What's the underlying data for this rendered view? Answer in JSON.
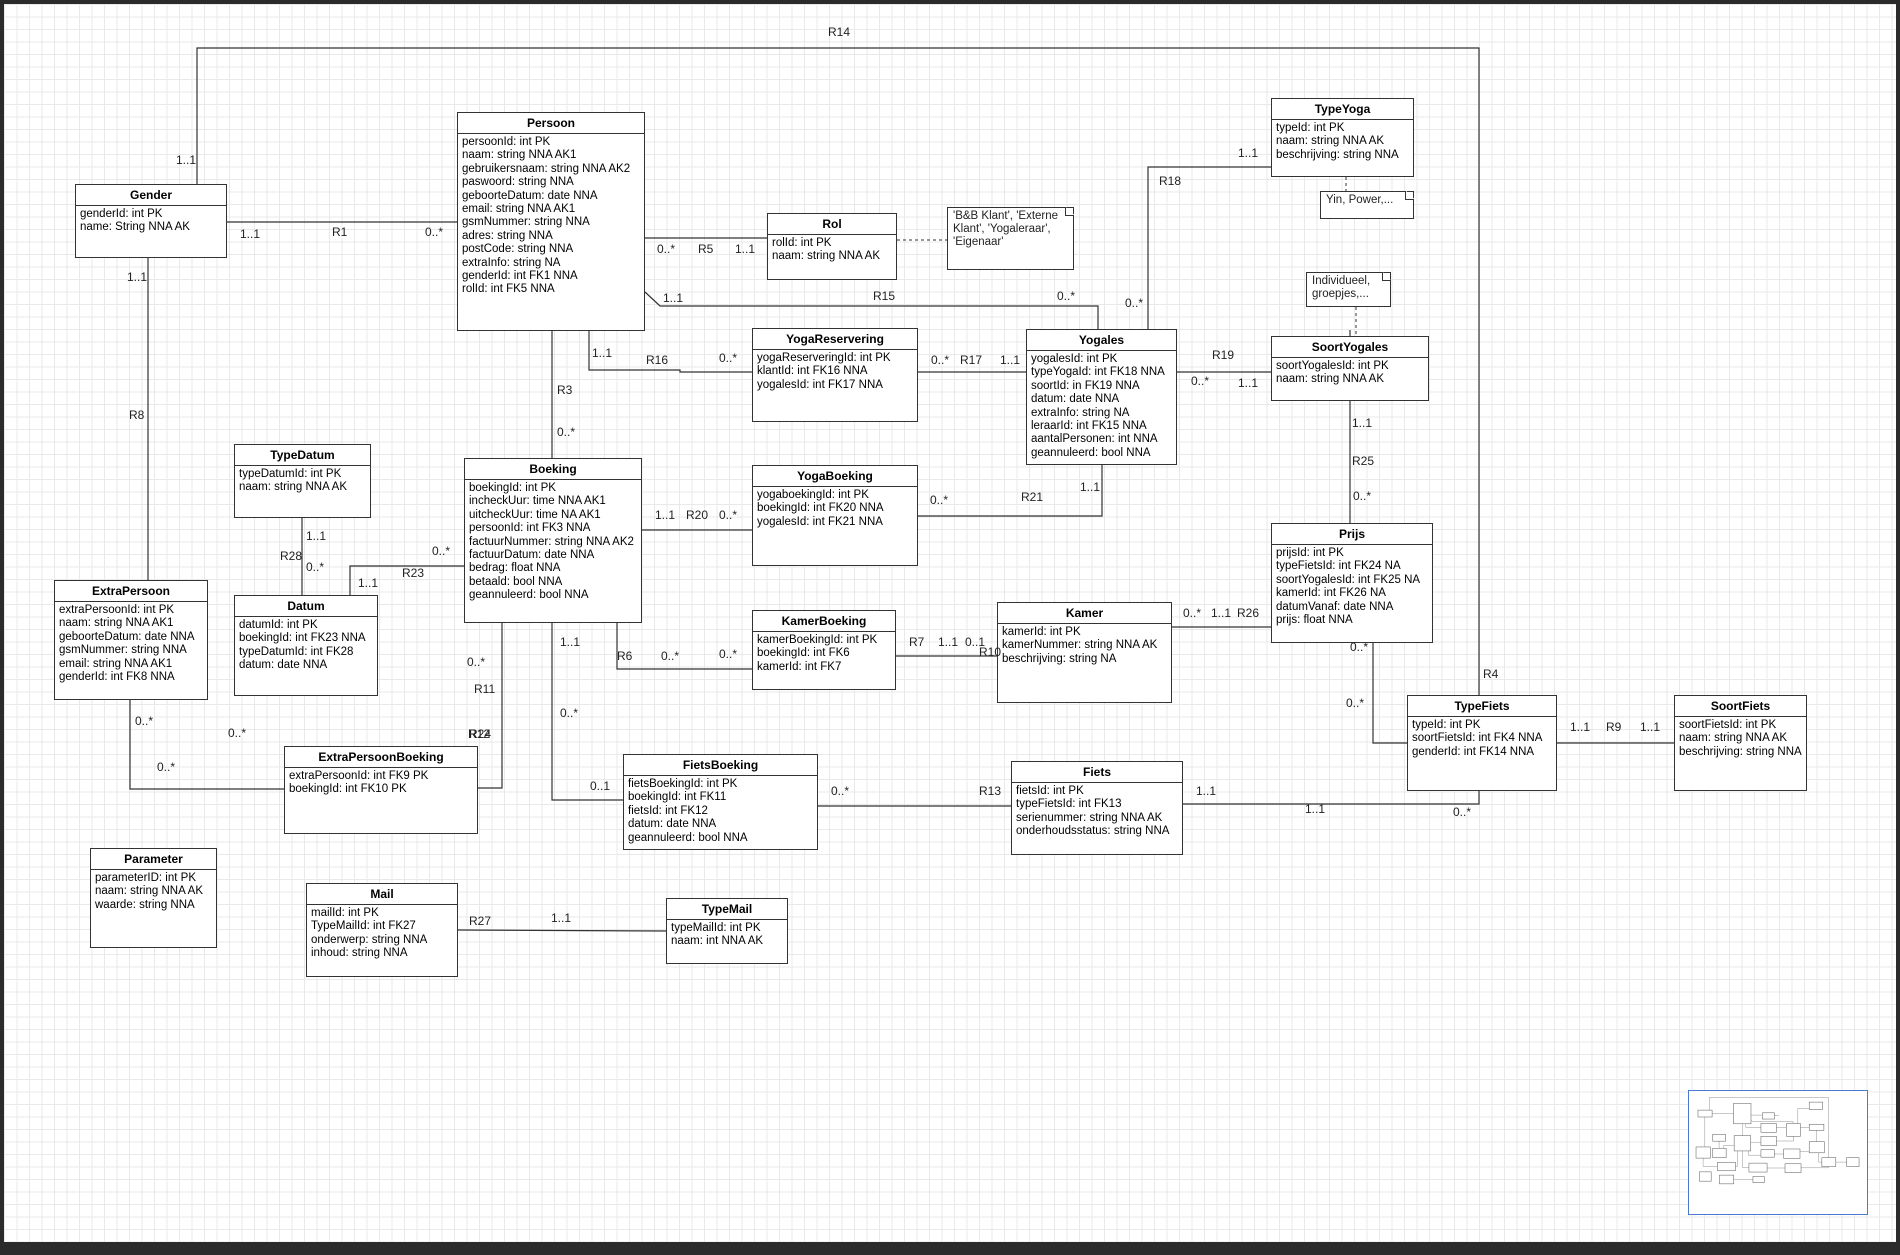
{
  "entities": [
    {
      "id": "gender",
      "name": "Gender",
      "attrs": [
        "genderId: int PK",
        "name: String NNA AK"
      ]
    },
    {
      "id": "persoon",
      "name": "Persoon",
      "attrs": [
        "persoonId: int PK",
        "naam: string NNA AK1",
        "gebruikersnaam: string NNA AK2",
        "paswoord: string NNA",
        "geboorteDatum: date NNA",
        "email: string NNA AK1",
        "gsmNummer: string NNA",
        "adres: string NNA",
        "postCode: string NNA",
        "extraInfo: string NA",
        "genderId: int FK1 NNA",
        "rolId: int FK5 NNA"
      ]
    },
    {
      "id": "rol",
      "name": "Rol",
      "attrs": [
        "rolId: int PK",
        "naam: string NNA AK"
      ]
    },
    {
      "id": "typeyoga",
      "name": "TypeYoga",
      "attrs": [
        "typeId: int PK",
        "naam: string NNA AK",
        "beschrijving: string NNA"
      ]
    },
    {
      "id": "yogareservering",
      "name": "YogaReservering",
      "attrs": [
        "yogaReserveringId: int PK",
        "klantId: int FK16 NNA",
        "yogalesId: int FK17 NNA"
      ]
    },
    {
      "id": "yogales",
      "name": "Yogales",
      "attrs": [
        "yogalesId: int PK",
        "typeYogaId: int FK18 NNA",
        "soortId: in FK19 NNA",
        "datum: date NNA",
        "extraInfo: string NA",
        "leraarId: int FK15 NNA",
        "aantalPersonen: int NNA",
        "geannuleerd: bool NNA"
      ]
    },
    {
      "id": "soortyogales",
      "name": "SoortYogales",
      "attrs": [
        "soortYogalesId: int PK",
        "naam: string NNA AK"
      ]
    },
    {
      "id": "typedatum",
      "name": "TypeDatum",
      "attrs": [
        "typeDatumId: int PK",
        "naam: string NNA AK"
      ]
    },
    {
      "id": "boeking",
      "name": "Boeking",
      "attrs": [
        "boekingId: int PK",
        "incheckUur: time NNA AK1",
        "uitcheckUur: time NA AK1",
        "persoonId: int FK3 NNA",
        "factuurNummer: string NNA AK2",
        "factuurDatum: date NNA",
        "bedrag: float NNA",
        "betaald: bool NNA",
        "geannuleerd: bool NNA"
      ]
    },
    {
      "id": "yogaboeking",
      "name": "YogaBoeking",
      "attrs": [
        "yogaboekingId: int PK",
        "boekingId: int FK20 NNA",
        "yogalesId: int FK21 NNA"
      ]
    },
    {
      "id": "prijs",
      "name": "Prijs",
      "attrs": [
        "prijsId: int PK",
        "typeFietsId: int FK24 NA",
        "soortYogalesId: int FK25 NA",
        "kamerId: int FK26 NA",
        "datumVanaf: date NNA",
        "prijs: float NNA"
      ]
    },
    {
      "id": "extrapersoon",
      "name": "ExtraPersoon",
      "attrs": [
        "extraPersoonId: int PK",
        "naam: string NNA AK1",
        "geboorteDatum: date NNA",
        "gsmNummer: string NNA",
        "email: string NNA AK1",
        "genderId: int FK8 NNA"
      ]
    },
    {
      "id": "datum",
      "name": "Datum",
      "attrs": [
        "datumId: int PK",
        "boekingId: int FK23 NNA",
        "typeDatumId: int FK28",
        "datum: date NNA"
      ]
    },
    {
      "id": "kamerboeking",
      "name": "KamerBoeking",
      "attrs": [
        "kamerBoekingId: int PK",
        "boekingId: int FK6",
        "kamerId: int FK7"
      ]
    },
    {
      "id": "kamer",
      "name": "Kamer",
      "attrs": [
        "kamerId: int PK",
        "kamerNummer: string NNA AK",
        "beschrijving: string NA"
      ]
    },
    {
      "id": "typefiets",
      "name": "TypeFiets",
      "attrs": [
        "typeId: int PK",
        "soortFietsId: int FK4 NNA",
        "genderId: int FK14 NNA"
      ]
    },
    {
      "id": "soortfiets",
      "name": "SoortFiets",
      "attrs": [
        "soortFietsId: int PK",
        "naam: string NNA AK",
        "beschrijving: string NNA"
      ]
    },
    {
      "id": "extrapersoonboeking",
      "name": "ExtraPersoonBoeking",
      "attrs": [
        "extraPersoonId: int FK9 PK",
        "boekingId: int FK10 PK"
      ]
    },
    {
      "id": "fietsboeking",
      "name": "FietsBoeking",
      "attrs": [
        "fietsBoekingId: int PK",
        "boekingId: int FK11",
        "fietsId: int FK12",
        "datum: date NNA",
        "geannuleerd: bool NNA"
      ]
    },
    {
      "id": "fiets",
      "name": "Fiets",
      "attrs": [
        "fietsId: int PK",
        "typeFietsId: int FK13",
        "serienummer: string NNA AK",
        "onderhoudsstatus: string NNA"
      ]
    },
    {
      "id": "parameter",
      "name": "Parameter",
      "attrs": [
        "parameterID: int PK",
        "naam: string NNA AK",
        "waarde: string NNA"
      ]
    },
    {
      "id": "mail",
      "name": "Mail",
      "attrs": [
        "mailId: int PK",
        "TypeMailId: int FK27",
        "onderwerp: string NNA",
        "inhoud: string NNA"
      ]
    },
    {
      "id": "typemail",
      "name": "TypeMail",
      "attrs": [
        "typeMailId: int PK",
        "naam: int NNA AK"
      ]
    }
  ],
  "notes": [
    {
      "id": "note-rol",
      "text": "'B&B Klant', 'Externe Klant', 'Yogaleraar', 'Eigenaar'"
    },
    {
      "id": "note-typeyoga",
      "text": "Yin, Power,..."
    },
    {
      "id": "note-soortyogales",
      "text": "Individueel, groepjes,..."
    }
  ],
  "labels": [
    "R14",
    "1..1",
    "1..1",
    "R1",
    "0..*",
    "1..1",
    "0..*",
    "R5",
    "1..1",
    "R18",
    "1..1",
    "R15",
    "0..*",
    "0..*",
    "1..1",
    "1..1",
    "R16",
    "0..*",
    "0..*",
    "R17",
    "1..1",
    "R19",
    "0..*",
    "1..1",
    "R3",
    "0..*",
    "R8",
    "1..1",
    "R25",
    "0..*",
    "1..1",
    "R20",
    "0..*",
    "0..*",
    "R21",
    "1..1",
    "1..1",
    "R28",
    "0..*",
    "0..*",
    "R23",
    "1..1",
    "0..*",
    "1..1",
    "R26",
    "0..*",
    "1..1",
    "R6",
    "0..*",
    "0..*",
    "R7",
    "1..1",
    "0..1",
    "R10",
    "0..*",
    "R11",
    "R24",
    "0..*",
    "0..*",
    "R4",
    "1..1",
    "R9",
    "1..1",
    "0..*",
    "0..*",
    "0..*",
    "R12",
    "0..1",
    "0..*",
    "R13",
    "1..1",
    "1..1",
    "0..*",
    "R27",
    "1..1"
  ]
}
